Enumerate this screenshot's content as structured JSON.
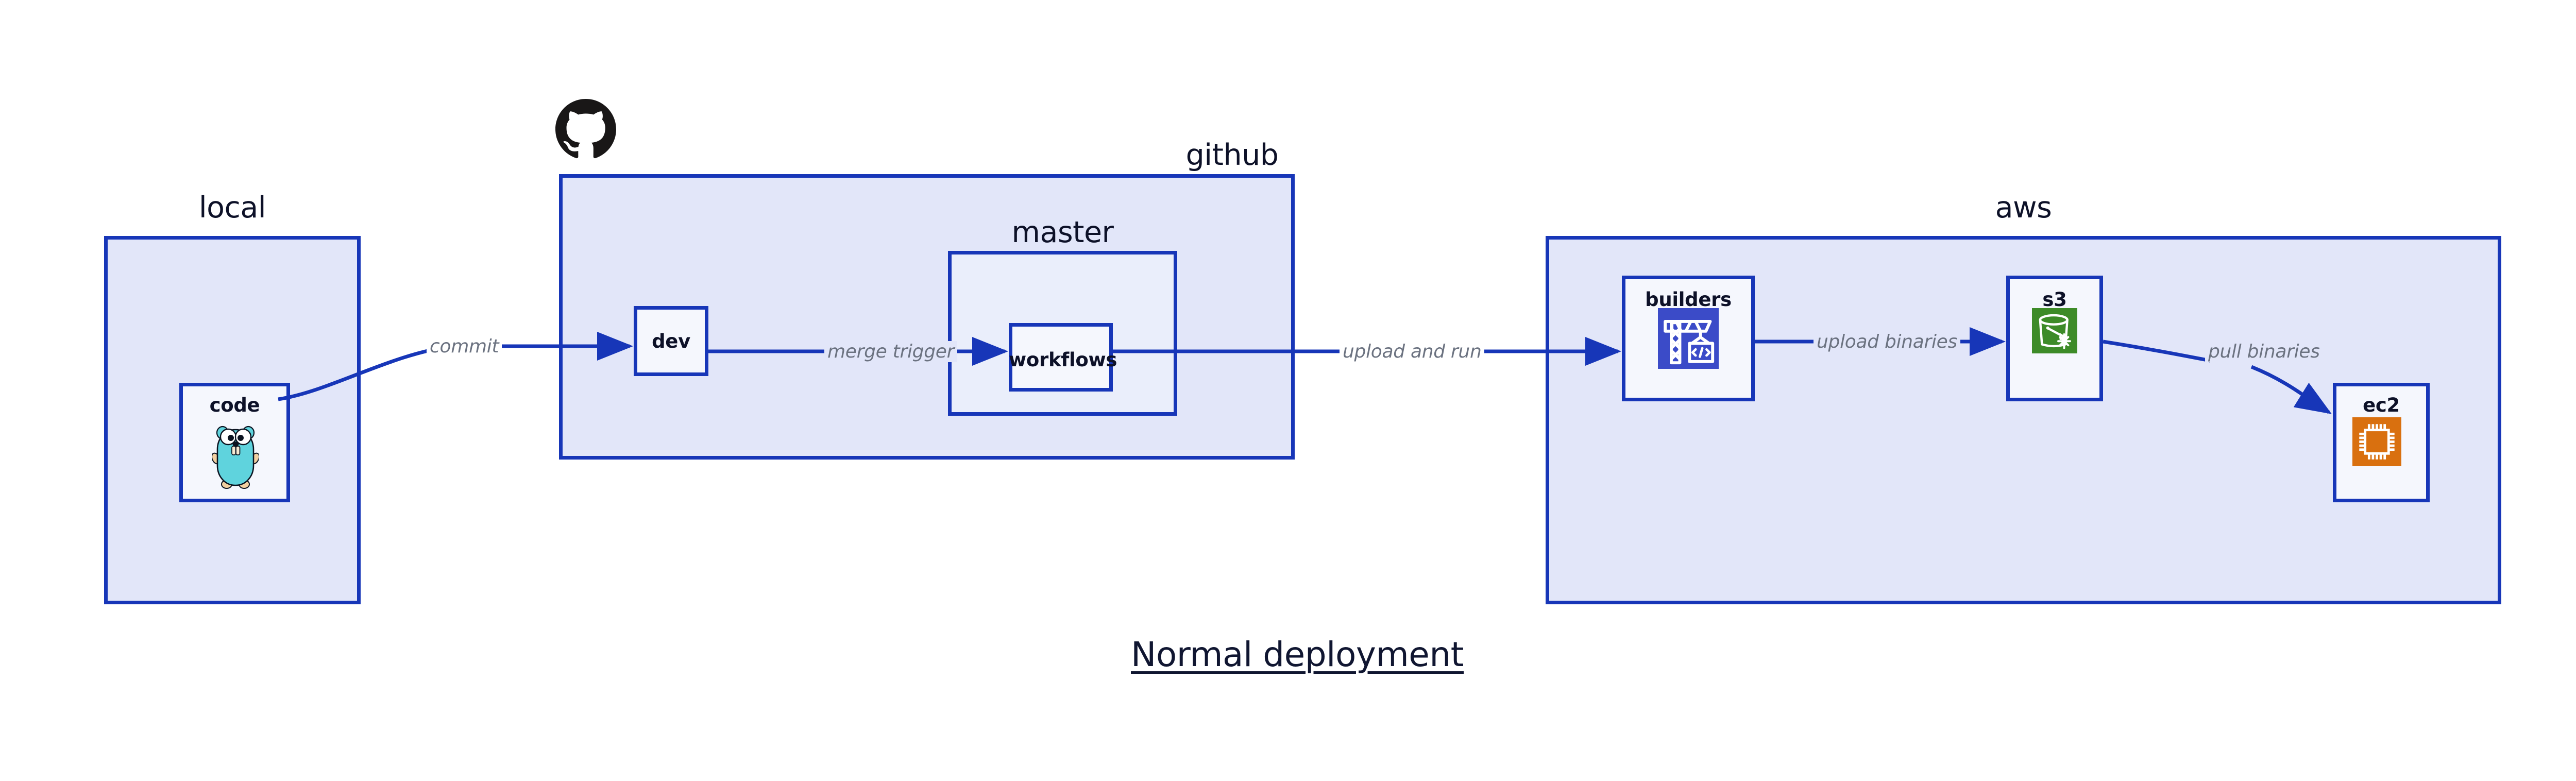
{
  "diagram": {
    "title": "Normal deployment",
    "accent_border": "#1736b8",
    "group_fill": "#e2e6f9",
    "node_fill": "#eaeefb",
    "label_color": "#6b7280",
    "background": "#ffffff"
  },
  "groups": [
    {
      "id": "local",
      "label": "local"
    },
    {
      "id": "github",
      "label": "github"
    },
    {
      "id": "master",
      "label": "master"
    },
    {
      "id": "aws",
      "label": "aws"
    }
  ],
  "nodes": [
    {
      "id": "code",
      "label": "code",
      "icon": "go-gopher-icon",
      "icon_color": "#5fd3dd"
    },
    {
      "id": "dev",
      "label": "dev",
      "icon": null,
      "icon_color": null
    },
    {
      "id": "workflows",
      "label": "workflows",
      "icon": null,
      "icon_color": null
    },
    {
      "id": "builders",
      "label": "builders",
      "icon": "crane-code-icon",
      "icon_color": "#3b4bc8"
    },
    {
      "id": "s3",
      "label": "s3",
      "icon": "s3-bucket-icon",
      "icon_color": "#3d8b28"
    },
    {
      "id": "ec2",
      "label": "ec2",
      "icon": "cpu-chip-icon",
      "icon_color": "#d9700f"
    }
  ],
  "edges": [
    {
      "id": "commit",
      "label": "commit",
      "from": "code",
      "to": "dev"
    },
    {
      "id": "merge-trigger",
      "label": "merge trigger",
      "from": "dev",
      "to": "workflows"
    },
    {
      "id": "upload-and-run",
      "label": "upload and run",
      "from": "workflows",
      "to": "builders"
    },
    {
      "id": "upload-binaries",
      "label": "upload binaries",
      "from": "builders",
      "to": "s3"
    },
    {
      "id": "pull-binaries",
      "label": "pull binaries",
      "from": "s3",
      "to": "ec2"
    }
  ],
  "logos": [
    {
      "id": "github-logo",
      "name": "github-octocat-icon",
      "color": "#191717"
    }
  ]
}
